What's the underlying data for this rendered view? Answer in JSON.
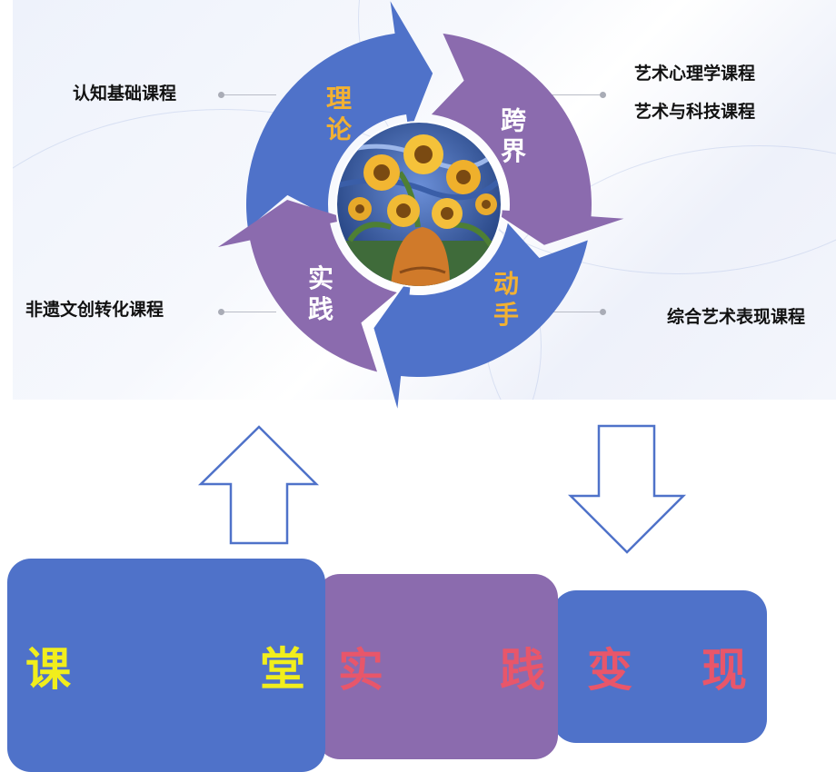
{
  "cycle": {
    "segments": [
      {
        "text": "理\n论",
        "color": "#4f72c9",
        "text_color": "#f2b132"
      },
      {
        "text": "跨\n界",
        "color": "#8b6bae",
        "text_color": "#ffffff"
      },
      {
        "text": "动\n手",
        "color": "#4f72c9",
        "text_color": "#f2b132"
      },
      {
        "text": "实\n践",
        "color": "#8b6bae",
        "text_color": "#ffffff"
      }
    ],
    "center_image": "sunflower-painting"
  },
  "labels": {
    "top_left": "认知基础课程",
    "top_right_1": "艺术心理学课程",
    "top_right_2": "艺术与科技课程",
    "bottom_left": "非遗文创转化课程",
    "bottom_right": "综合艺术表现课程"
  },
  "flow_arrows": {
    "up": "up-arrow-icon",
    "down": "down-arrow-icon"
  },
  "blocks": [
    {
      "left": "课",
      "right": "堂",
      "bg": "#4f72c9",
      "text_color": "#f1ee1c"
    },
    {
      "left": "实",
      "right": "践",
      "bg": "#8b6bae",
      "text_color": "#e8566a"
    },
    {
      "left": "变",
      "right": "现",
      "bg": "#4f72c9",
      "text_color": "#e8566a"
    }
  ]
}
